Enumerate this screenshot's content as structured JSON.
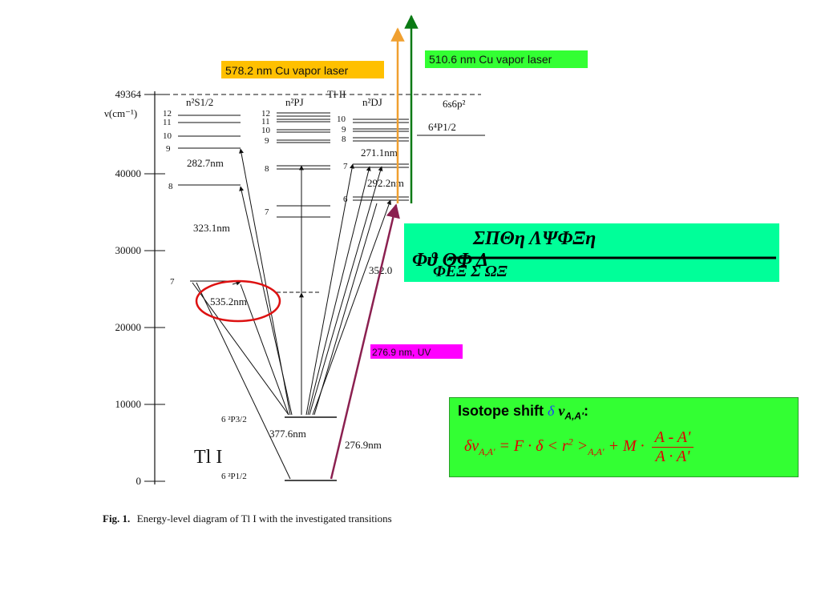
{
  "axis": {
    "unit_label": "ν(cm⁻¹)",
    "ticks": [
      "49364",
      "40000",
      "30000",
      "20000",
      "10000",
      "0"
    ]
  },
  "columns": {
    "s_header": "n²S1/2",
    "p_header": "n²PJ",
    "tl2_header": "Tl  II",
    "d_header": "n²DJ",
    "config_6s6p2": "6s6p²",
    "config_4p": "6⁴P1/2"
  },
  "levels": {
    "s": [
      "12",
      "11",
      "10",
      "9",
      "8",
      "7"
    ],
    "p": [
      "12",
      "11",
      "10",
      "9",
      "8",
      "7"
    ],
    "d": [
      "10",
      "9",
      "8",
      "7",
      "6"
    ],
    "ground": "6 ²P1/2",
    "p32": "6 ²P3/2"
  },
  "wavelengths": {
    "w2827": "282.7nm",
    "w3231": "323.1nm",
    "w5352": "535.2nm",
    "w3776": "377.6nm",
    "w2769": "276.9nm",
    "w2711": "271.1nm",
    "w2922": "292.2nm",
    "w3520": "352.0"
  },
  "species_label": "Tl   I",
  "caption": {
    "bold": "Fig. 1.",
    "text": "Energy-level diagram of Tl I with the investigated transitions"
  },
  "lasers": {
    "yellow_label": "578.2 nm  Cu vapor laser",
    "green_label": "510.6 nm Cu vapor laser",
    "uv_label": "276.9 nm, UV"
  },
  "colors": {
    "yellow": "#ffc000",
    "orange_arrow": "#f0a030",
    "green_box": "#33ff33",
    "green_arrow": "#0a7a14",
    "magenta": "#ff00ff",
    "uv_arrow": "#8b2050",
    "teal_box": "#00ff99",
    "red_ellipse": "#dd1111"
  },
  "garbled": {
    "line1": "ΣΠΘη ΛΨΦΞη",
    "line2": "Φϑ ΘΦ  Δ",
    "line3": "ΦΕΞ Σ  ΩΞ"
  },
  "isotope": {
    "title": "Isotope shift",
    "delta": "δ",
    "nu": "ν",
    "sub": "A,A'",
    "colon": ":",
    "lhs": "δν",
    "lhs_sub": "A,A'",
    "eq": " = F · δ < r",
    "sup2": "2",
    "gt": " >",
    "r_sub": "A,A'",
    "plus_m": " + M ·",
    "num": "A - A'",
    "den": "A · A'"
  }
}
